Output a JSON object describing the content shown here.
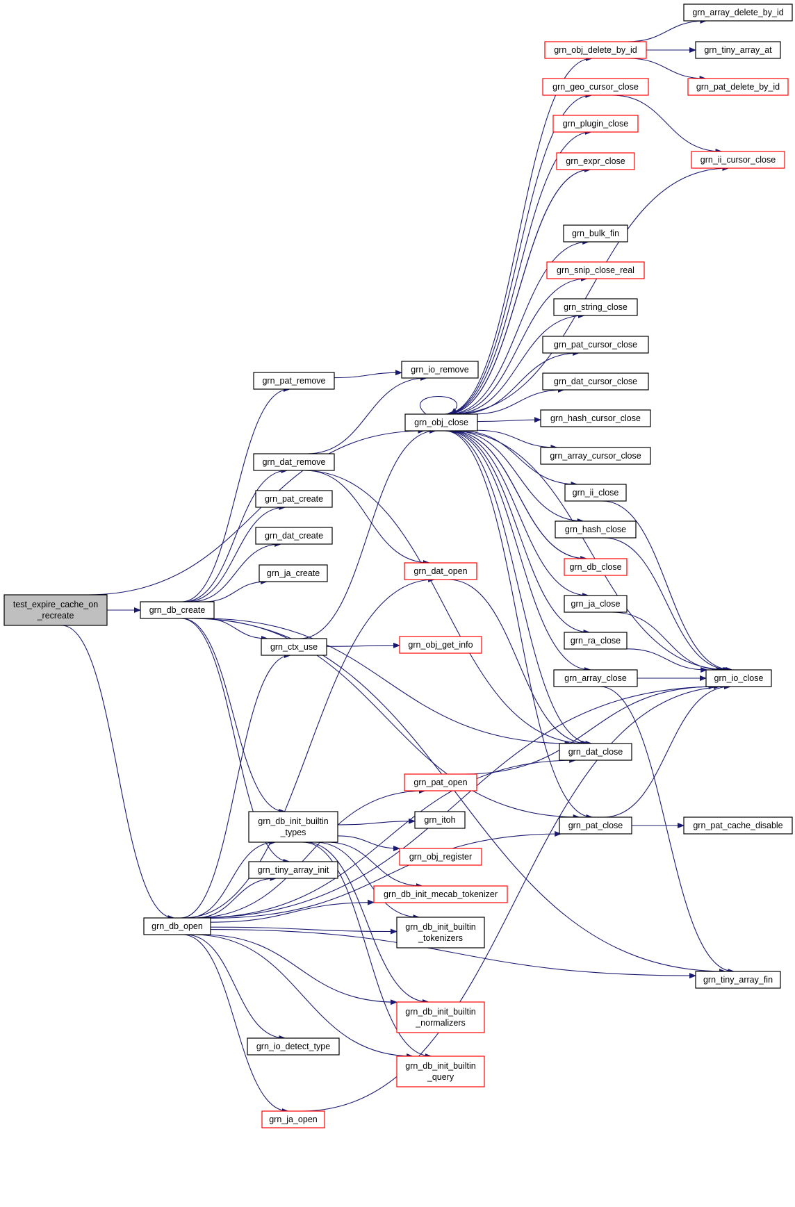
{
  "diagram": {
    "type": "call-graph",
    "edge_color": "#191970",
    "node_styles": {
      "normal": {
        "fill": "#ffffff",
        "stroke": "#000000"
      },
      "truncated": {
        "fill": "#ffffff",
        "stroke": "#ff0000"
      },
      "root": {
        "fill": "#bfbfbf",
        "stroke": "#000000"
      }
    },
    "nodes": [
      {
        "id": "root",
        "label": [
          "test_expire_cache_on",
          "_recreate"
        ],
        "style": "root"
      },
      {
        "id": "db_create",
        "label": [
          "grn_db_create"
        ],
        "style": "normal"
      },
      {
        "id": "db_open",
        "label": [
          "grn_db_open"
        ],
        "style": "normal"
      },
      {
        "id": "pat_remove",
        "label": [
          "grn_pat_remove"
        ],
        "style": "normal"
      },
      {
        "id": "dat_remove",
        "label": [
          "grn_dat_remove"
        ],
        "style": "normal"
      },
      {
        "id": "pat_create",
        "label": [
          "grn_pat_create"
        ],
        "style": "normal"
      },
      {
        "id": "dat_create",
        "label": [
          "grn_dat_create"
        ],
        "style": "normal"
      },
      {
        "id": "ja_create",
        "label": [
          "grn_ja_create"
        ],
        "style": "normal"
      },
      {
        "id": "ctx_use",
        "label": [
          "grn_ctx_use"
        ],
        "style": "normal"
      },
      {
        "id": "init_types",
        "label": [
          "grn_db_init_builtin",
          "_types"
        ],
        "style": "normal"
      },
      {
        "id": "tiny_array_init",
        "label": [
          "grn_tiny_array_init"
        ],
        "style": "normal"
      },
      {
        "id": "io_detect_type",
        "label": [
          "grn_io_detect_type"
        ],
        "style": "normal"
      },
      {
        "id": "ja_open",
        "label": [
          "grn_ja_open"
        ],
        "style": "truncated"
      },
      {
        "id": "io_remove",
        "label": [
          "grn_io_remove"
        ],
        "style": "normal"
      },
      {
        "id": "obj_close",
        "label": [
          "grn_obj_close"
        ],
        "style": "normal"
      },
      {
        "id": "dat_open",
        "label": [
          "grn_dat_open"
        ],
        "style": "truncated"
      },
      {
        "id": "obj_get_info",
        "label": [
          "grn_obj_get_info"
        ],
        "style": "truncated"
      },
      {
        "id": "pat_open",
        "label": [
          "grn_pat_open"
        ],
        "style": "truncated"
      },
      {
        "id": "itoh",
        "label": [
          "grn_itoh"
        ],
        "style": "normal"
      },
      {
        "id": "obj_register",
        "label": [
          "grn_obj_register"
        ],
        "style": "truncated"
      },
      {
        "id": "mecab_tok",
        "label": [
          "grn_db_init_mecab_tokenizer"
        ],
        "style": "truncated"
      },
      {
        "id": "init_tokenizers",
        "label": [
          "grn_db_init_builtin",
          "_tokenizers"
        ],
        "style": "normal"
      },
      {
        "id": "init_normalizers",
        "label": [
          "grn_db_init_builtin",
          "_normalizers"
        ],
        "style": "truncated"
      },
      {
        "id": "init_query",
        "label": [
          "grn_db_init_builtin",
          "_query"
        ],
        "style": "truncated"
      },
      {
        "id": "obj_delete_by_id",
        "label": [
          "grn_obj_delete_by_id"
        ],
        "style": "truncated"
      },
      {
        "id": "geo_cursor_close",
        "label": [
          "grn_geo_cursor_close"
        ],
        "style": "truncated"
      },
      {
        "id": "plugin_close",
        "label": [
          "grn_plugin_close"
        ],
        "style": "truncated"
      },
      {
        "id": "expr_close",
        "label": [
          "grn_expr_close"
        ],
        "style": "truncated"
      },
      {
        "id": "bulk_fin",
        "label": [
          "grn_bulk_fin"
        ],
        "style": "normal"
      },
      {
        "id": "snip_close_real",
        "label": [
          "grn_snip_close_real"
        ],
        "style": "truncated"
      },
      {
        "id": "string_close",
        "label": [
          "grn_string_close"
        ],
        "style": "normal"
      },
      {
        "id": "pat_cursor_close",
        "label": [
          "grn_pat_cursor_close"
        ],
        "style": "normal"
      },
      {
        "id": "dat_cursor_close",
        "label": [
          "grn_dat_cursor_close"
        ],
        "style": "normal"
      },
      {
        "id": "hash_cursor_close",
        "label": [
          "grn_hash_cursor_close"
        ],
        "style": "normal"
      },
      {
        "id": "array_cursor_close",
        "label": [
          "grn_array_cursor_close"
        ],
        "style": "normal"
      },
      {
        "id": "ii_close",
        "label": [
          "grn_ii_close"
        ],
        "style": "normal"
      },
      {
        "id": "hash_close",
        "label": [
          "grn_hash_close"
        ],
        "style": "normal"
      },
      {
        "id": "db_close",
        "label": [
          "grn_db_close"
        ],
        "style": "truncated"
      },
      {
        "id": "ja_close",
        "label": [
          "grn_ja_close"
        ],
        "style": "normal"
      },
      {
        "id": "ra_close",
        "label": [
          "grn_ra_close"
        ],
        "style": "normal"
      },
      {
        "id": "array_close",
        "label": [
          "grn_array_close"
        ],
        "style": "normal"
      },
      {
        "id": "dat_close",
        "label": [
          "grn_dat_close"
        ],
        "style": "normal"
      },
      {
        "id": "pat_close",
        "label": [
          "grn_pat_close"
        ],
        "style": "normal"
      },
      {
        "id": "array_delete_by_id",
        "label": [
          "grn_array_delete_by_id"
        ],
        "style": "normal"
      },
      {
        "id": "tiny_array_at",
        "label": [
          "grn_tiny_array_at"
        ],
        "style": "normal"
      },
      {
        "id": "pat_delete_by_id",
        "label": [
          "grn_pat_delete_by_id"
        ],
        "style": "truncated"
      },
      {
        "id": "ii_cursor_close",
        "label": [
          "grn_ii_cursor_close"
        ],
        "style": "truncated"
      },
      {
        "id": "io_close",
        "label": [
          "grn_io_close"
        ],
        "style": "normal"
      },
      {
        "id": "pat_cache_disable",
        "label": [
          "grn_pat_cache_disable"
        ],
        "style": "normal"
      },
      {
        "id": "tiny_array_fin",
        "label": [
          "grn_tiny_array_fin"
        ],
        "style": "normal"
      }
    ],
    "edges": [
      [
        "root",
        "db_create"
      ],
      [
        "root",
        "db_open"
      ],
      [
        "root",
        "obj_close"
      ],
      [
        "db_create",
        "pat_remove"
      ],
      [
        "db_create",
        "dat_remove"
      ],
      [
        "db_create",
        "pat_create"
      ],
      [
        "db_create",
        "dat_create"
      ],
      [
        "db_create",
        "ja_create"
      ],
      [
        "db_create",
        "ctx_use"
      ],
      [
        "db_create",
        "init_types"
      ],
      [
        "db_create",
        "tiny_array_init"
      ],
      [
        "db_create",
        "pat_close"
      ],
      [
        "db_create",
        "tiny_array_fin"
      ],
      [
        "db_create",
        "dat_close"
      ],
      [
        "pat_remove",
        "io_remove"
      ],
      [
        "dat_remove",
        "io_remove"
      ],
      [
        "dat_remove",
        "dat_open"
      ],
      [
        "dat_remove",
        "dat_close"
      ],
      [
        "ctx_use",
        "obj_close"
      ],
      [
        "ctx_use",
        "obj_get_info"
      ],
      [
        "init_types",
        "itoh"
      ],
      [
        "init_types",
        "obj_register"
      ],
      [
        "init_types",
        "mecab_tok"
      ],
      [
        "init_types",
        "init_tokenizers"
      ],
      [
        "init_types",
        "init_normalizers"
      ],
      [
        "init_types",
        "init_query"
      ],
      [
        "db_open",
        "ctx_use"
      ],
      [
        "db_open",
        "init_types"
      ],
      [
        "db_open",
        "tiny_array_init"
      ],
      [
        "db_open",
        "io_detect_type"
      ],
      [
        "db_open",
        "ja_open"
      ],
      [
        "db_open",
        "dat_open"
      ],
      [
        "db_open",
        "pat_open"
      ],
      [
        "db_open",
        "mecab_tok"
      ],
      [
        "db_open",
        "init_tokenizers"
      ],
      [
        "db_open",
        "init_normalizers"
      ],
      [
        "db_open",
        "init_query"
      ],
      [
        "db_open",
        "dat_close"
      ],
      [
        "db_open",
        "pat_close"
      ],
      [
        "db_open",
        "io_close"
      ],
      [
        "db_open",
        "tiny_array_fin"
      ],
      [
        "ja_open",
        "io_close"
      ],
      [
        "dat_open",
        "dat_close"
      ],
      [
        "pat_open",
        "io_close"
      ],
      [
        "obj_close",
        "obj_close"
      ],
      [
        "obj_close",
        "obj_delete_by_id"
      ],
      [
        "obj_close",
        "geo_cursor_close"
      ],
      [
        "obj_close",
        "plugin_close"
      ],
      [
        "obj_close",
        "expr_close"
      ],
      [
        "obj_close",
        "ii_cursor_close"
      ],
      [
        "obj_close",
        "bulk_fin"
      ],
      [
        "obj_close",
        "snip_close_real"
      ],
      [
        "obj_close",
        "string_close"
      ],
      [
        "obj_close",
        "pat_cursor_close"
      ],
      [
        "obj_close",
        "dat_cursor_close"
      ],
      [
        "obj_close",
        "hash_cursor_close"
      ],
      [
        "obj_close",
        "array_cursor_close"
      ],
      [
        "obj_close",
        "ii_close"
      ],
      [
        "obj_close",
        "hash_close"
      ],
      [
        "obj_close",
        "db_close"
      ],
      [
        "obj_close",
        "ja_close"
      ],
      [
        "obj_close",
        "ra_close"
      ],
      [
        "obj_close",
        "array_close"
      ],
      [
        "obj_close",
        "dat_close"
      ],
      [
        "obj_close",
        "pat_close"
      ],
      [
        "obj_close",
        "io_close"
      ],
      [
        "obj_delete_by_id",
        "array_delete_by_id"
      ],
      [
        "obj_delete_by_id",
        "tiny_array_at"
      ],
      [
        "obj_delete_by_id",
        "pat_delete_by_id"
      ],
      [
        "geo_cursor_close",
        "ii_cursor_close"
      ],
      [
        "expr_close",
        "obj_close"
      ],
      [
        "db_close",
        "obj_close"
      ],
      [
        "ii_close",
        "io_close"
      ],
      [
        "hash_close",
        "io_close"
      ],
      [
        "ja_close",
        "io_close"
      ],
      [
        "ra_close",
        "io_close"
      ],
      [
        "array_close",
        "io_close"
      ],
      [
        "array_close",
        "tiny_array_fin"
      ],
      [
        "pat_close",
        "io_close"
      ],
      [
        "pat_close",
        "pat_cache_disable"
      ]
    ]
  }
}
